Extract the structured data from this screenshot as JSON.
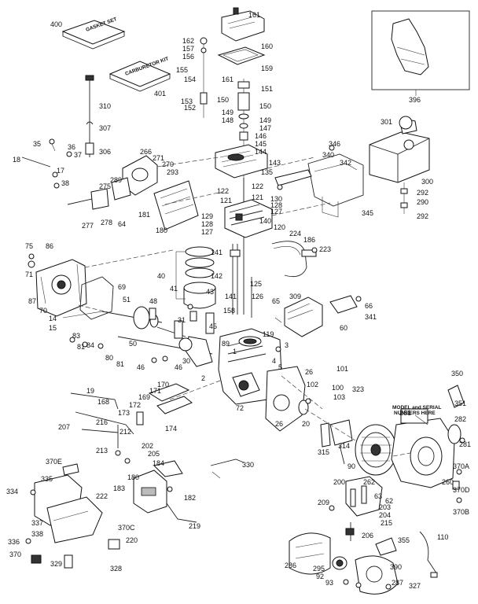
{
  "diagram": {
    "kit_labels": {
      "kit_400": "GASKET SET",
      "kit_401": "CARBURETOR KIT"
    },
    "serial_note": [
      "MODEL and SERIAL",
      "NUMBERS HERE"
    ],
    "callouts": {
      "c161": "161",
      "c162": "162",
      "c157": "157",
      "c156": "156",
      "c160": "160",
      "c159": "159",
      "c155": "155",
      "c154": "154",
      "c151": "151",
      "c153": "153",
      "c152": "152",
      "c150": "150",
      "c149": "149",
      "c148": "148",
      "c147": "147",
      "c146": "146",
      "c145": "145",
      "c144": "144",
      "c143": "143",
      "c135": "135",
      "c122": "122",
      "c121": "121",
      "c130": "130",
      "c128": "128",
      "c127": "127",
      "c129": "129",
      "c120": "120",
      "c224": "224",
      "c186": "186",
      "c223": "223",
      "c141": "141",
      "c142": "142",
      "c125": "125",
      "c158": "158",
      "c126": "126",
      "c119": "119",
      "c400": "400",
      "c401": "401",
      "c310": "310",
      "c307": "307",
      "c306": "306",
      "c18": "18",
      "c35": "35",
      "c36": "36",
      "c37": "37",
      "c17": "17",
      "c38": "38",
      "c266": "266",
      "c271": "271",
      "c270": "270",
      "c293": "293",
      "c289": "289",
      "c275": "275",
      "c277": "277",
      "c278": "278",
      "c64": "64",
      "c181": "181",
      "c180": "180",
      "c75": "75",
      "c86": "86",
      "c71": "71",
      "c69": "69",
      "c40": "40",
      "c43": "43",
      "c41": "41",
      "c87": "87",
      "c70": "70",
      "c51": "51",
      "c48": "48",
      "c14": "14",
      "c15": "15",
      "c31": "31",
      "c45": "45",
      "c83": "83",
      "c84": "84",
      "c81": "81",
      "c80": "80",
      "c50": "50",
      "c46": "46",
      "c30": "30",
      "c89": "89",
      "c1": "1",
      "c3": "3",
      "c4": "4",
      "c5": "5",
      "c2": "2",
      "c72": "72",
      "c26": "26",
      "c101": "101",
      "c102": "102",
      "c100": "100",
      "c103": "103",
      "c323": "323",
      "c20": "20",
      "c301": "301",
      "c346": "346",
      "c340": "340",
      "c342": "342",
      "c300": "300",
      "c292": "292",
      "c290": "290",
      "c345": "345",
      "c65": "65",
      "c309": "309",
      "c60": "60",
      "c66": "66",
      "c341": "341",
      "c396": "396",
      "c19": "19",
      "c168": "168",
      "c169": "169",
      "c171": "171",
      "c170": "170",
      "c172": "172",
      "c173": "173",
      "c174": "174",
      "c207": "207",
      "c216": "216",
      "c212": "212",
      "c202": "202",
      "c205": "205",
      "c213": "213",
      "c370E": "370E",
      "c335": "335",
      "c334": "334",
      "c337": "337",
      "c338": "338",
      "c336": "336",
      "c370": "370",
      "c329": "329",
      "c330": "330",
      "c180b": "180",
      "c184": "184",
      "c222": "222",
      "c183": "183",
      "c182": "182",
      "c219": "219",
      "c370C": "370C",
      "c220": "220",
      "c328": "328",
      "c315": "315",
      "c314": "314",
      "c90": "90",
      "c261": "261",
      "c350": "350",
      "c351": "351",
      "c282": "282",
      "c281": "281",
      "c260": "260",
      "c370A": "370A",
      "c370D": "370D",
      "c370B": "370B",
      "c200": "200",
      "c262": "262",
      "c63": "63",
      "c62": "62",
      "c209": "209",
      "c203": "203",
      "c204": "204",
      "c215": "215",
      "c206": "206",
      "c355": "355",
      "c110": "110",
      "c286": "286",
      "c295": "295",
      "c92": "92",
      "c93": "93",
      "c390": "390",
      "c287": "287",
      "c327": "327",
      "c140": "140"
    }
  }
}
